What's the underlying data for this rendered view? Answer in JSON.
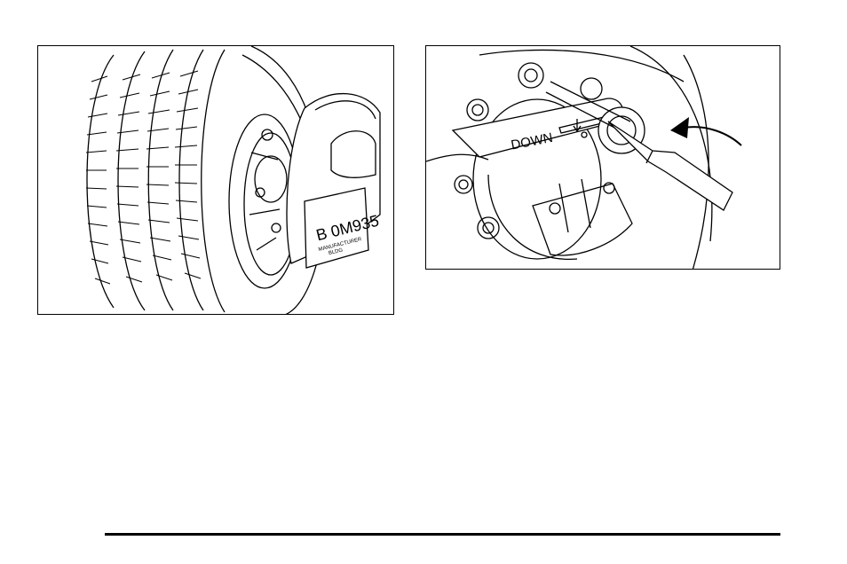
{
  "figures": [
    {
      "id": "spare-tire-with-plate",
      "plate_text": {
        "number": "B 0M935",
        "small_lines": [
          "MANUFACTURER",
          "BLDG"
        ]
      }
    },
    {
      "id": "retainer-wrench",
      "wrench_label": "DOWN"
    }
  ],
  "colors": {
    "line": "#000000",
    "background": "#ffffff"
  }
}
